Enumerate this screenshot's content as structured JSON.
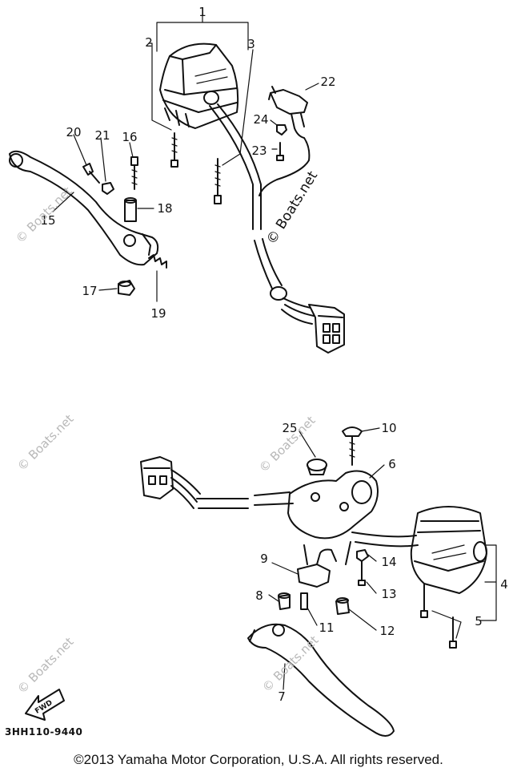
{
  "diagram": {
    "callouts": [
      "1",
      "2",
      "3",
      "4",
      "5",
      "6",
      "7",
      "8",
      "9",
      "10",
      "11",
      "12",
      "13",
      "14",
      "15",
      "16",
      "17",
      "18",
      "19",
      "20",
      "21",
      "22",
      "23",
      "24",
      "25"
    ],
    "direction_label": "FWD",
    "part_code": "3HH110-9440",
    "watermark": "© Boats.net",
    "copyright": "©2013 Yamaha Motor Corporation, U.S.A. All rights reserved."
  }
}
